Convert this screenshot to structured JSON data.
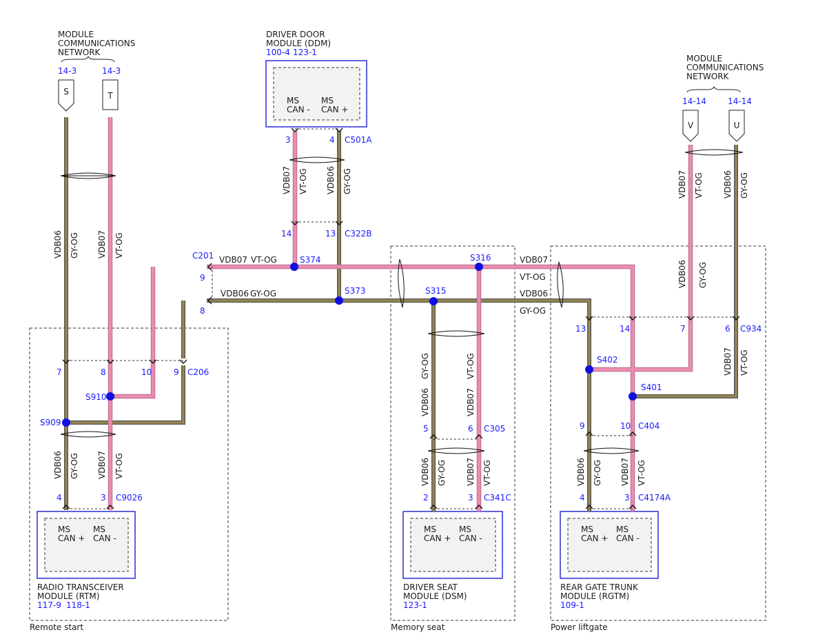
{
  "network_left": {
    "title_l1": "MODULE",
    "title_l2": "COMMUNICATIONS",
    "title_l3": "NETWORK",
    "ref_s": "14-3",
    "ref_t": "14-3",
    "flag_s": "S",
    "flag_t": "T"
  },
  "network_right": {
    "title_l1": "MODULE",
    "title_l2": "COMMUNICATIONS",
    "title_l3": "NETWORK",
    "ref_v": "14-14",
    "ref_u": "14-14",
    "flag_v": "V",
    "flag_u": "U"
  },
  "ddm": {
    "name_l1": "DRIVER DOOR",
    "name_l2": "MODULE (DDM)",
    "ref1": "100-4",
    "ref2": "123-1",
    "pin_a_l1": "MS",
    "pin_a_l2": "CAN -",
    "pin_b_l1": "MS",
    "pin_b_l2": "CAN +"
  },
  "rtm": {
    "name_l1": "RADIO TRANSCEIVER",
    "name_l2": "MODULE (RTM)",
    "ref1": "117-9",
    "ref2": "118-1",
    "pin_a_l1": "MS",
    "pin_a_l2": "CAN +",
    "pin_b_l1": "MS",
    "pin_b_l2": "CAN -"
  },
  "dsm": {
    "name_l1": "DRIVER SEAT",
    "name_l2": "MODULE (DSM)",
    "ref1": "123-1",
    "pin_a_l1": "MS",
    "pin_a_l2": "CAN +",
    "pin_b_l1": "MS",
    "pin_b_l2": "CAN -"
  },
  "rgtm": {
    "name_l1": "REAR GATE TRUNK",
    "name_l2": "MODULE (RGTM)",
    "ref1": "109-1",
    "pin_a_l1": "MS",
    "pin_a_l2": "CAN +",
    "pin_b_l1": "MS",
    "pin_b_l2": "CAN -"
  },
  "options": {
    "remote_start": "Remote start",
    "memory_seat": "Memory seat",
    "power_liftgate": "Power liftgate"
  },
  "connectors": {
    "c501a": "C501A",
    "c501a_p3": "3",
    "c501a_p4": "4",
    "c322b": "C322B",
    "c322b_p14": "14",
    "c322b_p13": "13",
    "c201": "C201",
    "c201_p9": "9",
    "c201_p8": "8",
    "c206": "C206",
    "c206_p7": "7",
    "c206_p8": "8",
    "c206_p10": "10",
    "c206_p9": "9",
    "c9026": "C9026",
    "c9026_p4": "4",
    "c9026_p3": "3",
    "c305": "C305",
    "c305_p5": "5",
    "c305_p6": "6",
    "c341c": "C341C",
    "c341c_p2": "2",
    "c341c_p3": "3",
    "c934": "C934",
    "c934_p13": "13",
    "c934_p14": "14",
    "c934_p7": "7",
    "c934_p6": "6",
    "c404": "C404",
    "c404_p9": "9",
    "c404_p10": "10",
    "c4174a": "C4174A",
    "c4174a_p4": "4",
    "c4174a_p3": "3"
  },
  "splices": {
    "s374": "S374",
    "s373": "S373",
    "s316": "S316",
    "s315": "S315",
    "s910": "S910",
    "s909": "S909",
    "s402": "S402",
    "s401": "S401"
  },
  "wires": {
    "vdb06": "VDB06",
    "vdb07": "VDB07",
    "gy_og": "GY-OG",
    "vt_og": "VT-OG"
  },
  "colors": {
    "module_border": "#2b2bd6",
    "reference_text": "#1a1aff",
    "splice": "#1010e0",
    "wire_vt": "#ea8cb0",
    "wire_gy": "#9a8a52"
  }
}
